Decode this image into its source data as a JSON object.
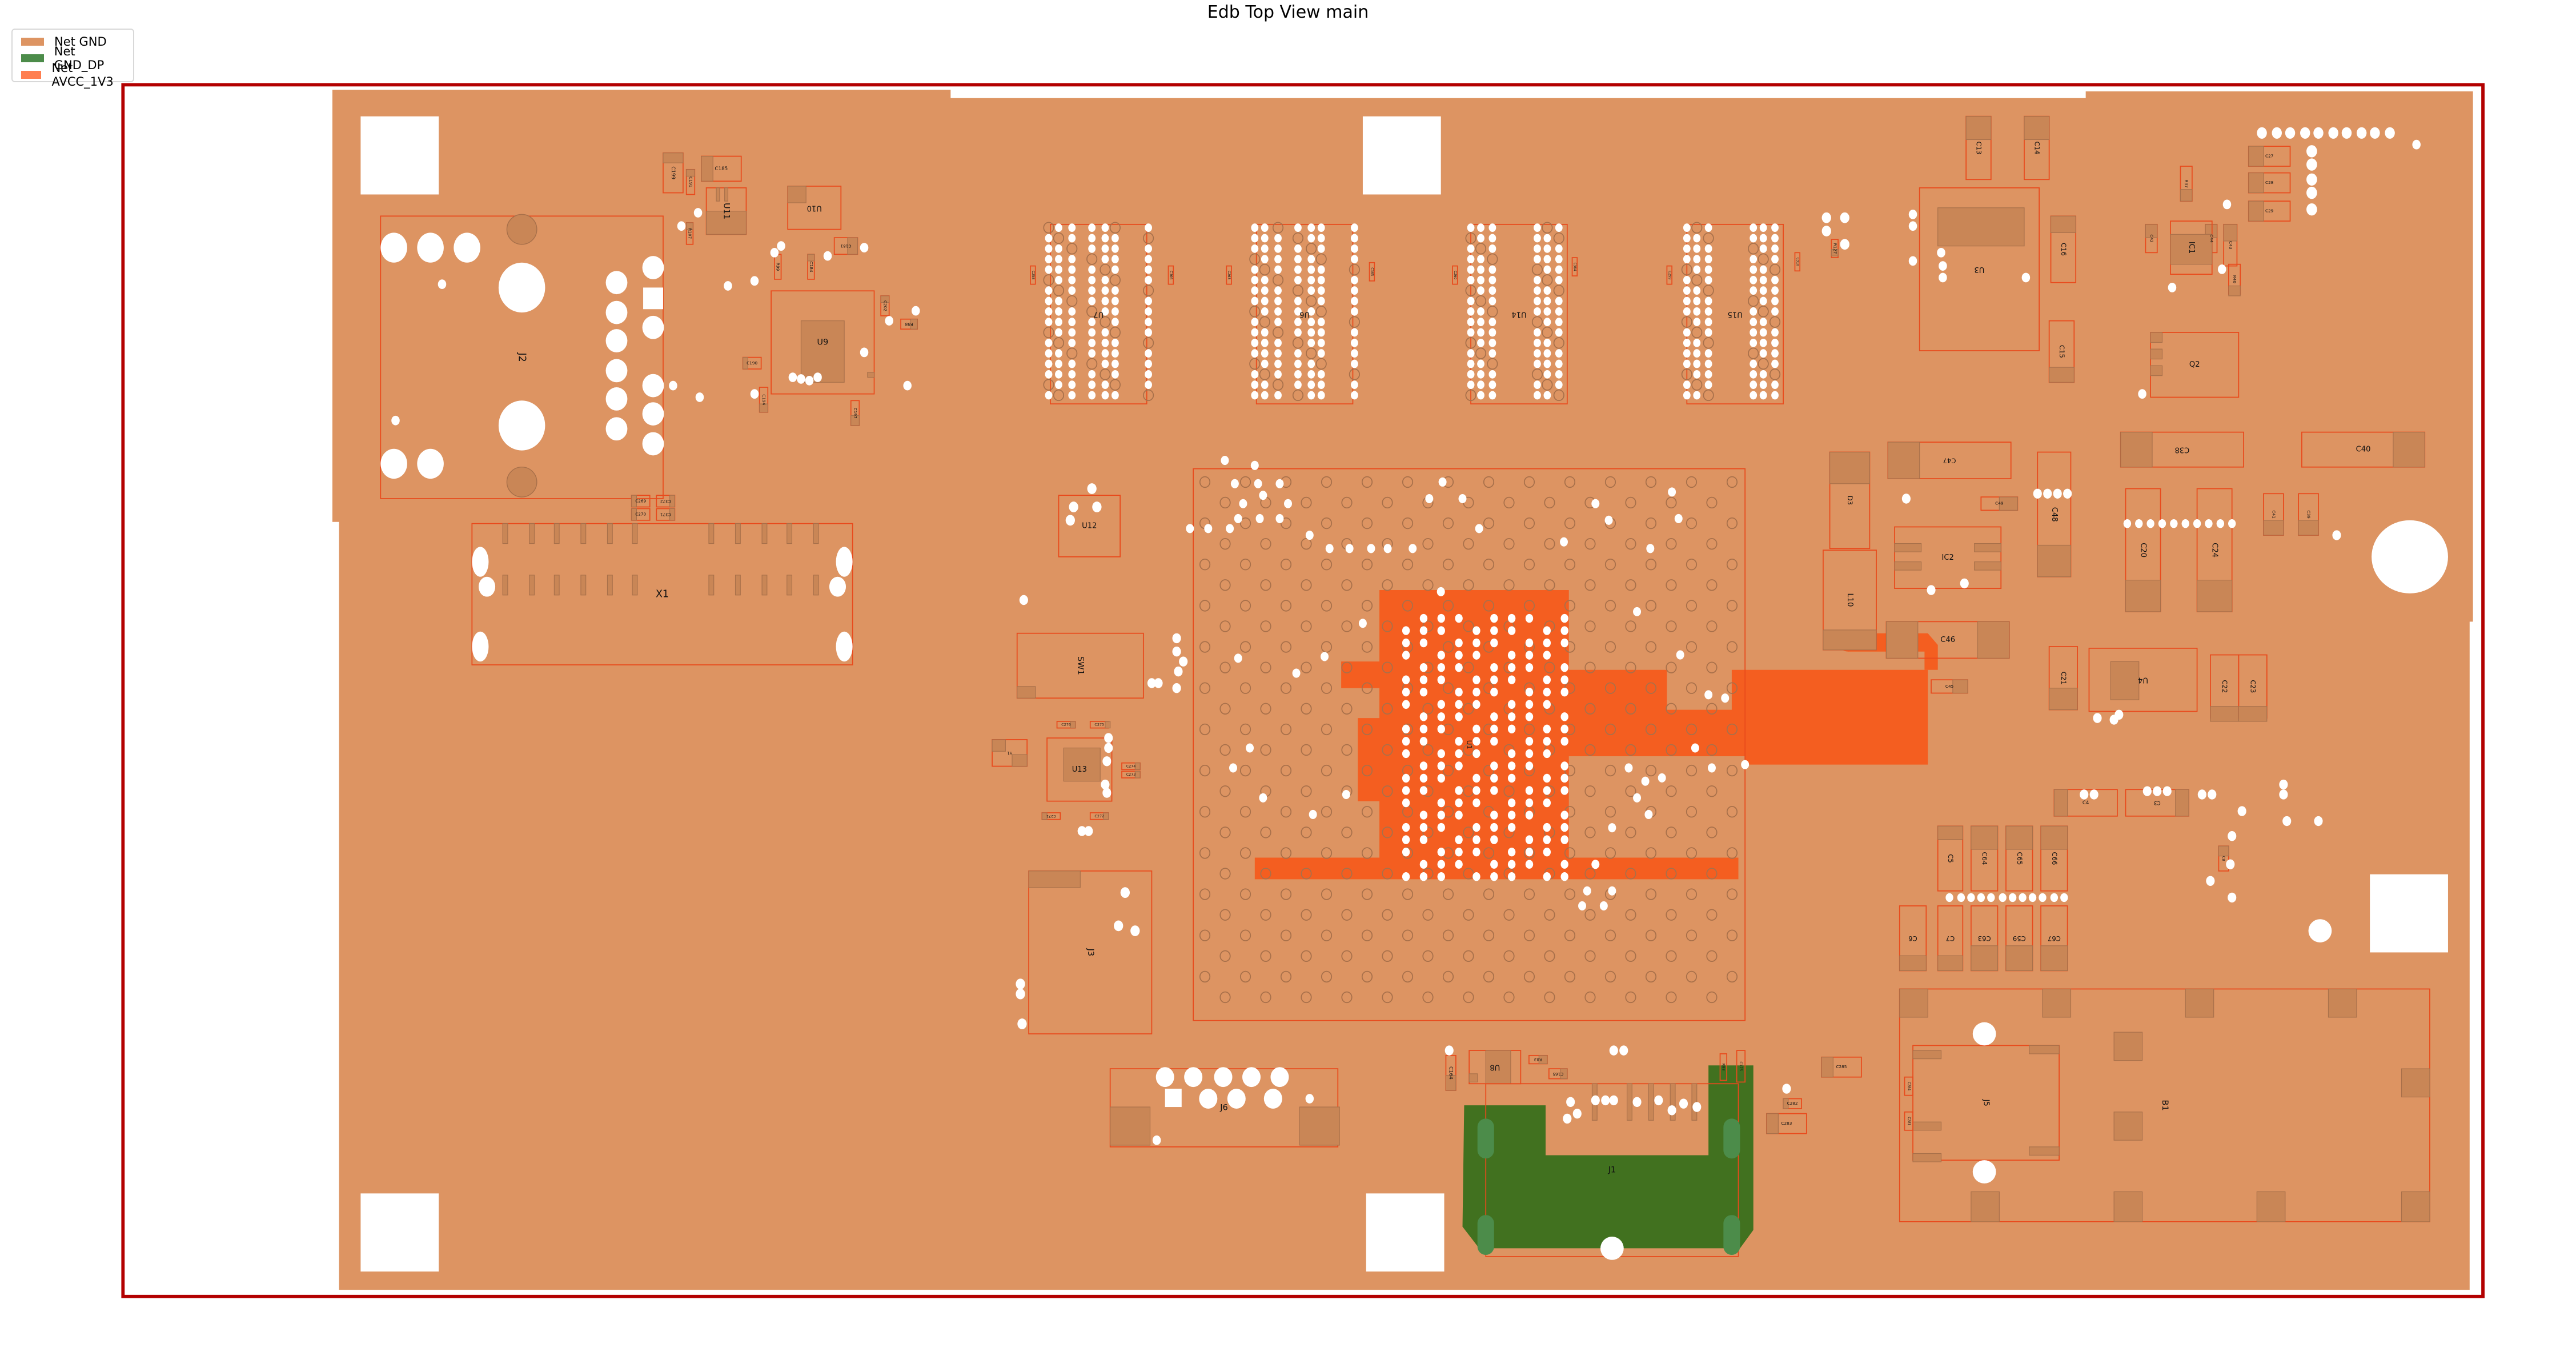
{
  "title": "Edb Top View main",
  "legend": {
    "placement": "top-left",
    "items": [
      {
        "label": "Net GND",
        "color": "#dd9462"
      },
      {
        "label": "Net GND_DP",
        "color": "#4c8c4a"
      },
      {
        "label": "Net AVCC_1V3",
        "color": "#ff7f50"
      }
    ]
  },
  "colors": {
    "outline": "#b30000",
    "gnd_plane": "#dd9462",
    "gnd_dp_plane": "#41711f",
    "avcc_plane": "#f45e20",
    "component_outline": "#e84a1c",
    "pad": "#c98656",
    "via": "#ffffff",
    "background": "#ffffff"
  },
  "components": {
    "J2": "J2",
    "U11": "U11",
    "U10": "U10",
    "U9": "U9",
    "C185": "C185",
    "C199": "C199",
    "C191": "C191",
    "R107": "R107",
    "C181": "C181",
    "R99": "R99",
    "C184": "C184",
    "C202": "C202",
    "R98": "R98",
    "C190": "C190",
    "C194": "C194",
    "C197": "C197",
    "C269": "C269",
    "C270": "C270",
    "C372": "C372",
    "C371": "C371",
    "X1": "X1",
    "U7": "U7",
    "U6": "U6",
    "U14": "U14",
    "U15": "U15",
    "C258": "C258",
    "C366": "C366",
    "C263": "C263",
    "C365": "C365",
    "C260": "C260",
    "C364": "C364",
    "C259": "C259",
    "C310": "C310",
    "R127": "R127",
    "U12": "U12",
    "SW1": "SW1",
    "U13": "U13",
    "Y1": "Y1",
    "C276": "C276",
    "C275": "C275",
    "C274": "C274",
    "C273": "C273",
    "C271": "C271",
    "C272": "C272",
    "J3": "J3",
    "J6": "J6",
    "U1": "U1",
    "C13": "C13",
    "C14": "C14",
    "U3": "U3",
    "C16": "C16",
    "C15": "C15",
    "C42": "C42",
    "C44": "C44",
    "R37": "R37",
    "IC1": "IC1",
    "C43": "C43",
    "R40": "R40",
    "C27": "C27",
    "C28": "C28",
    "C29": "C29",
    "Q2": "Q2",
    "C47": "C47",
    "D3": "D3",
    "C49": "C49",
    "IC2": "IC2",
    "L10": "L10",
    "C46": "C46",
    "C45": "C45",
    "C48": "C48",
    "C38": "C38",
    "C40": "C40",
    "C20": "C20",
    "C24": "C24",
    "C41": "C41",
    "C39": "C39",
    "C21": "C21",
    "U4": "U4",
    "C22": "C22",
    "C23": "C23",
    "C4": "C4",
    "C3": "C3",
    "C5": "C5",
    "C64": "C64",
    "C65": "C65",
    "C66": "C66",
    "C6": "C6",
    "C7": "C7",
    "C63": "C63",
    "C59": "C59",
    "C67": "C67",
    "C8": "C8",
    "J5": "J5",
    "B1": "B1",
    "C284": "C284",
    "C281": "C281",
    "U8": "U8",
    "R83": "R83",
    "C165": "C165",
    "C164": "C164",
    "R88": "R88",
    "C175": "C175",
    "C282": "C282",
    "C283": "C283",
    "C285": "C285",
    "J1": "J1"
  }
}
